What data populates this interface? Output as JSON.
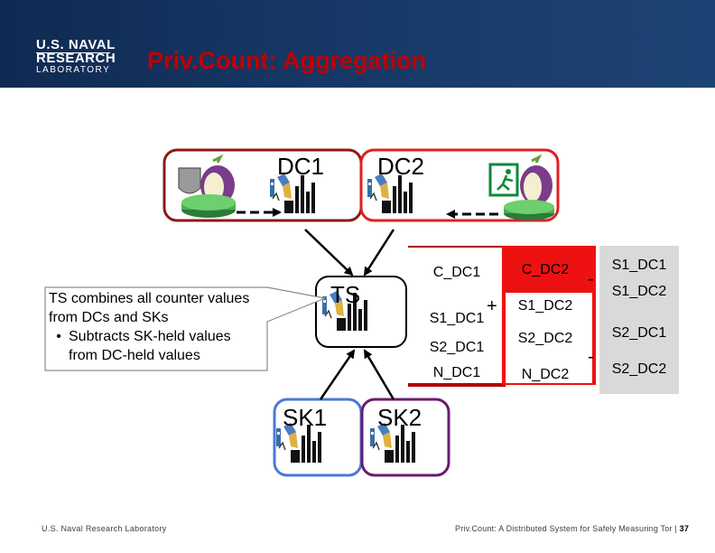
{
  "header": {
    "logo_line1": "U.S. NAVAL",
    "logo_line2": "RESEARCH",
    "logo_line3": "LABORATORY",
    "title": "Priv.Count: Aggregation"
  },
  "diagram": {
    "dc1_label": "DC1",
    "dc2_label": "DC2",
    "ts_label": "TS",
    "sk1_label": "SK1",
    "sk2_label": "SK2",
    "callout": {
      "text": "TS combines all counter values from DCs and SKs",
      "bullet": "•",
      "bullet_text": "Subtracts SK-held values from DC-held values"
    },
    "dc1_column": [
      "C_DC1",
      "S1_DC1",
      "S2_DC1",
      "N_DC1"
    ],
    "dc2_column": [
      "C_DC2",
      "S1_DC2",
      "S2_DC2",
      "N_DC2"
    ],
    "sk_column": [
      "S1_DC1",
      "S1_DC2",
      "S2_DC1",
      "S2_DC2"
    ],
    "plus_sign": "+",
    "minus_sign": "-",
    "colors": {
      "dc1_border": "#8b1a1a",
      "dc2_border": "#e02020",
      "sk1_border": "#4a78d8",
      "sk2_border": "#6a1b6e",
      "dc1_fill": "#b00000",
      "dc2_fill": "#ee1111",
      "sk_fill": "#d9d9d9",
      "title": "#c00000",
      "banner": "#173866"
    }
  },
  "footer": {
    "left": "U.S. Naval Research Laboratory",
    "right": "Priv.Count: A Distributed System for Safely Measuring Tor |",
    "page": "37"
  }
}
